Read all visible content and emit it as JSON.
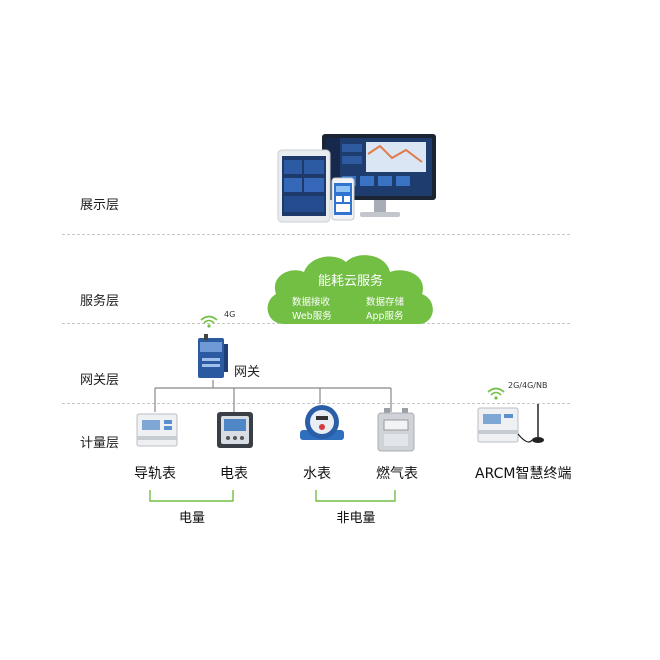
{
  "layers": {
    "display": "展示层",
    "service": "服务层",
    "gateway": "网关层",
    "metering": "计量层"
  },
  "cloud": {
    "title": "能耗云服务",
    "items": [
      "数据接收",
      "数据存储",
      "Web服务",
      "App服务"
    ],
    "color": "#72bf44"
  },
  "gateway": {
    "label": "网关",
    "signal": "4G"
  },
  "devices": {
    "rail_meter": "导轨表",
    "electric_meter": "电表",
    "water_meter": "水表",
    "gas_meter": "燃气表",
    "arcm": "ARCM智慧终端",
    "arcm_signal": "2G/4G/NB"
  },
  "groups": {
    "electric": "电量",
    "non_electric": "非电量"
  },
  "colors": {
    "accent_green": "#72bf44",
    "line_gray": "#888888",
    "divider": "#c8c8c8"
  }
}
